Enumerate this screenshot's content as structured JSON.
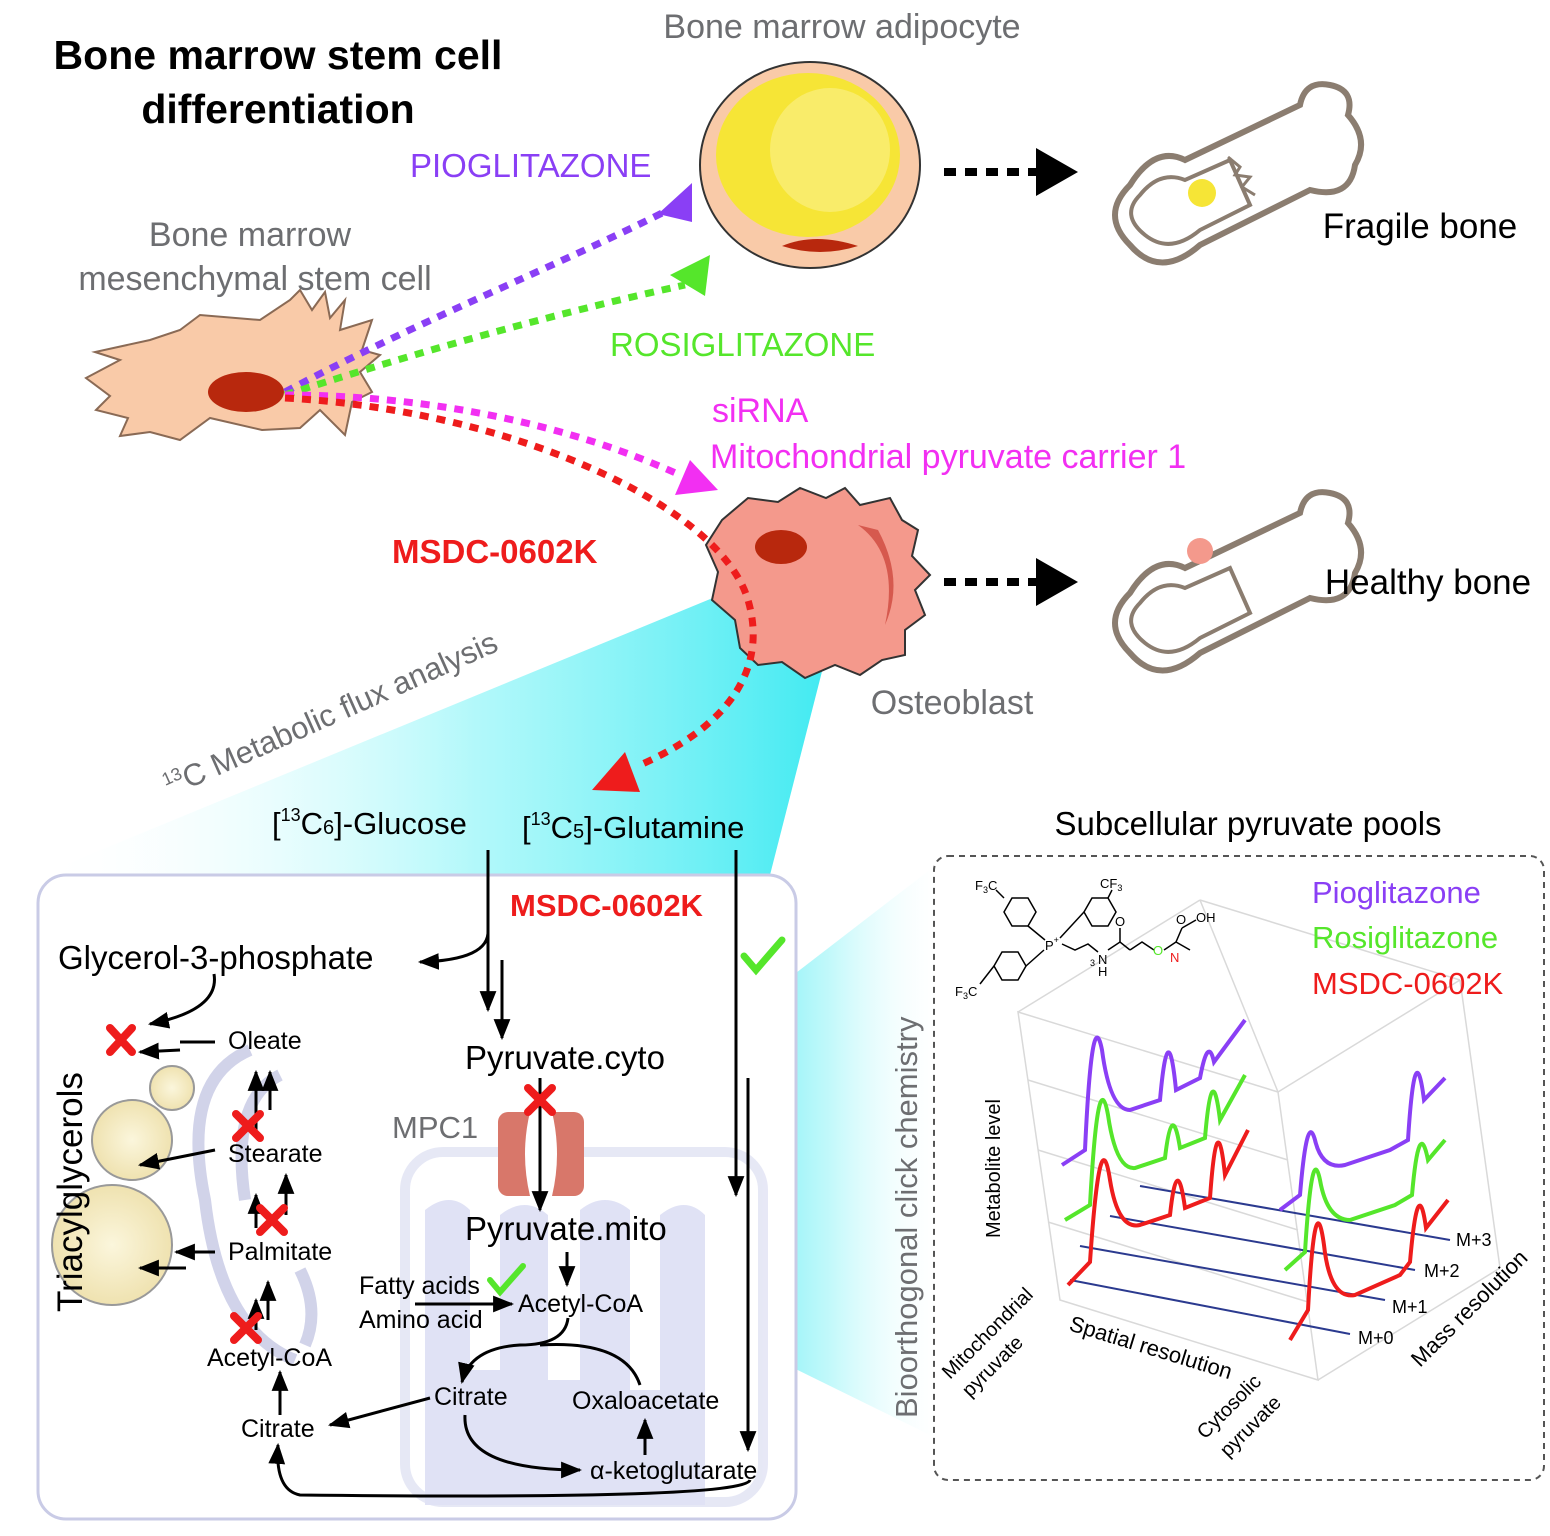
{
  "title": "Bone marrow stem cell differentiation",
  "cells": {
    "adipocyte": "Bone marrow adipocyte",
    "msc_line1": "Bone marrow",
    "msc_line2": "mesenchymal stem cell",
    "osteoblast": "Osteoblast"
  },
  "outcomes": {
    "fragile": "Fragile bone",
    "healthy": "Healthy bone"
  },
  "treatments": {
    "pioglitazone": "PIOGLITAZONE",
    "rosiglitazone": "ROSIGLITAZONE",
    "sirna_line1": "siRNA",
    "sirna_line2": "Mitochondrial pyruvate carrier 1",
    "msdc": "MSDC-0602K"
  },
  "flux": {
    "label_sup": "13",
    "label_text": "C Metabolic flux analysis",
    "glucose_sup": "13",
    "glucose_sub": "6",
    "glucose_pre": "[",
    "glucose_c": "C",
    "glucose_post": "]-Glucose",
    "glutamine_sup": "13",
    "glutamine_sub": "5",
    "glutamine_pre": "[",
    "glutamine_c": "C",
    "glutamine_post": "]-Glutamine"
  },
  "pathway": {
    "msdc_inner": "MSDC-0602K",
    "glycerol3p": "Glycerol-3-phosphate",
    "pyruvate_cyto": "Pyruvate.cyto",
    "mpc1": "MPC1",
    "pyruvate_mito": "Pyruvate.mito",
    "fatty_acids": "Fatty acids",
    "amino_acid": "Amino acid",
    "acetyl_coa_mito": "Acetyl-CoA",
    "citrate_mito": "Citrate",
    "oxaloacetate": "Oxaloacetate",
    "akg": "α-ketoglutarate",
    "citrate_cyto": "Citrate",
    "acetyl_coa_cyto": "Acetyl-CoA",
    "palmitate": "Palmitate",
    "stearate": "Stearate",
    "oleate": "Oleate",
    "triacylglycerols": "Triacylglycerols"
  },
  "side_label": "Bioorthogonal click chemistry",
  "pools": {
    "title": "Subcellular pyruvate pools",
    "legend": [
      "Pioglitazone",
      "Rosiglitazone",
      "MSDC-0602K"
    ],
    "colors": {
      "pioglitazone": "#8a3ff5",
      "rosiglitazone": "#55e62b",
      "msdc": "#ee1c1c",
      "sirna": "#f22ff2"
    },
    "axis_metabolite": "Metabolite level",
    "axis_spatial": "Spatial resolution",
    "axis_mass": "Mass resolution",
    "mito_line1": "Mitochondrial",
    "mito_line2": "pyruvate",
    "cyto_line1": "Cytosolic",
    "cyto_line2": "pyruvate",
    "isotopologues": [
      "M+3",
      "M+2",
      "M+1",
      "M+0"
    ],
    "chem": {
      "cf3_a": "F",
      "cf3_a_sub": "3",
      "cf3_a_c": "C",
      "cf3_b": "CF",
      "cf3_b_sub": "3",
      "cf3_c": "F",
      "cf3_c_sub": "3",
      "cf3_c_c": "C",
      "p": "P",
      "plus": "+",
      "chain_sub": "3",
      "nh_n": "N",
      "nh_h": "H",
      "o1": "O",
      "o2": "O",
      "n2": "N",
      "oh": "OH",
      "o3": "O"
    }
  }
}
